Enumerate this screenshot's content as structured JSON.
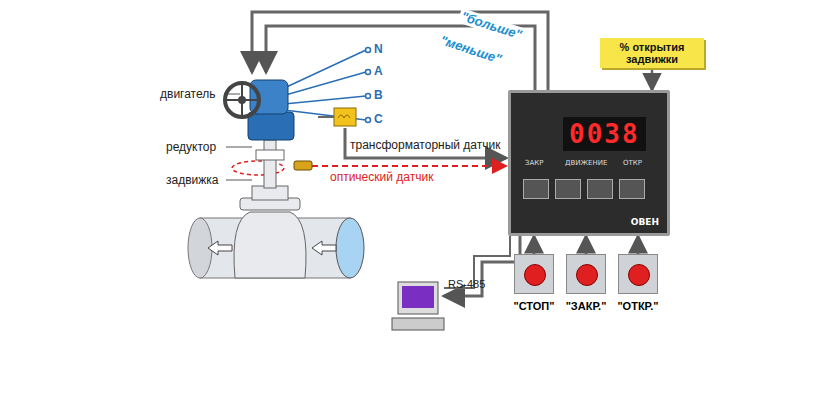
{
  "diagram": {
    "nodes": [
      {
        "text": [
          "0038",
          "ЗАКР",
          "ДВИЖЕНИЕ",
          "ОТКР",
          "ОВЕН"
        ]
      },
      {
        "text": [
          "% открытия задвижки"
        ]
      },
      {
        "text": [
          "\"СТОП\""
        ]
      },
      {
        "text": [
          "\"ЗАКР.\""
        ]
      },
      {
        "text": [
          "\"ОТКР.\""
        ]
      }
    ],
    "edges": [
      {
        "from": 1,
        "to": 0,
        "arrow": "to"
      },
      {
        "from": 2,
        "to": 0,
        "arrow": "to"
      },
      {
        "from": 3,
        "to": 0,
        "arrow": "to"
      },
      {
        "from": 4,
        "to": 0,
        "arrow": "to"
      }
    ],
    "labels": [
      "двигатель",
      "редуктор",
      "задвижка",
      "N",
      "A",
      "B",
      "C",
      "\"больше\"",
      "\"меньше\"",
      "трансформаторный датчик",
      "оптический датчик",
      "RS-485"
    ]
  }
}
